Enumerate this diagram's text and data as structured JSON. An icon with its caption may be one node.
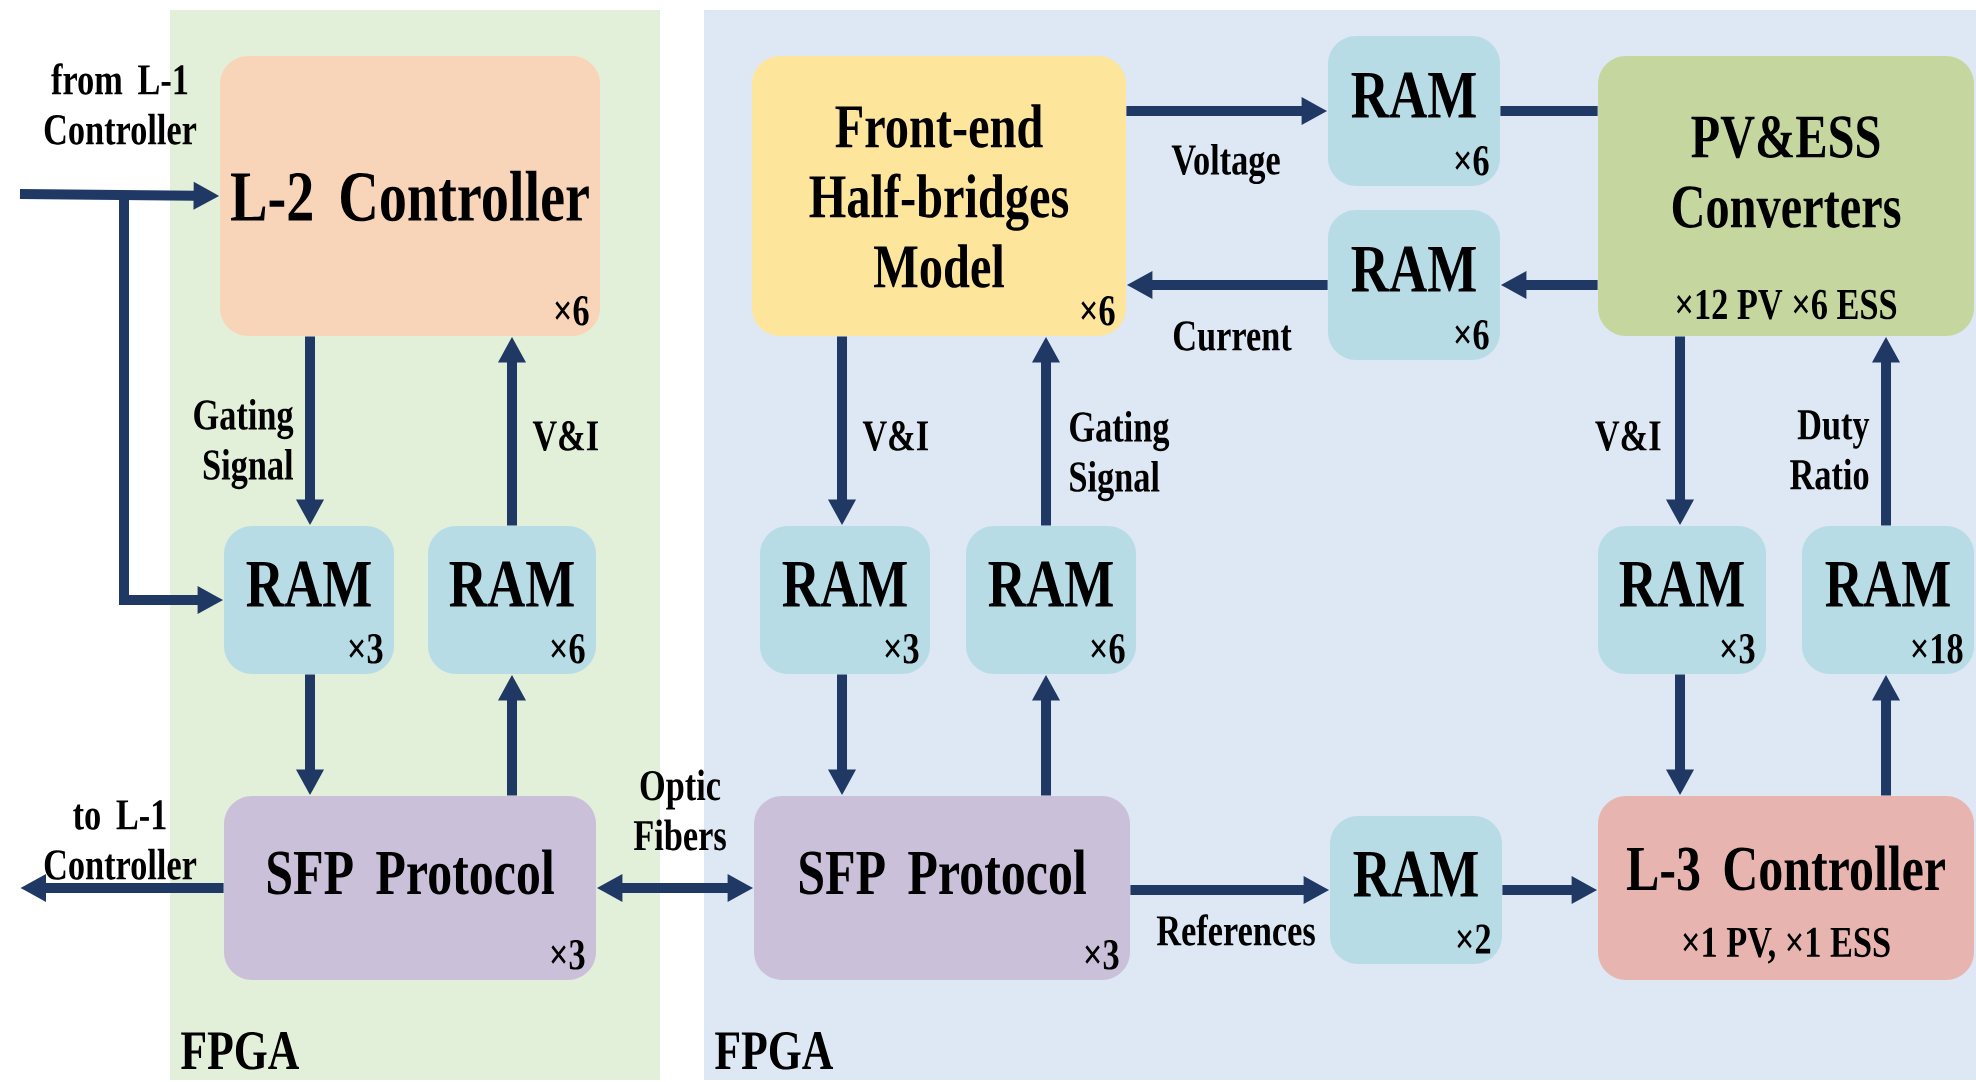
{
  "diagram": {
    "nodes": [
      {
        "text": [
          "FPGA"
        ]
      },
      {
        "text": [
          "FPGA"
        ]
      },
      {
        "text": [
          "L-2 Controller",
          "×6"
        ],
        "in": 0
      },
      {
        "text": [
          "RAM",
          "×3"
        ],
        "in": 0
      },
      {
        "text": [
          "RAM",
          "×6"
        ],
        "in": 0
      },
      {
        "text": [
          "SFP Protocol",
          "×3"
        ],
        "in": 0
      },
      {
        "text": [
          "Front-end Half-bridges Model",
          "×6"
        ],
        "in": 1
      },
      {
        "text": [
          "RAM",
          "×3"
        ],
        "in": 1
      },
      {
        "text": [
          "RAM",
          "×6"
        ],
        "in": 1
      },
      {
        "text": [
          "SFP Protocol",
          "×3"
        ],
        "in": 1
      },
      {
        "text": [
          "RAM",
          "×6"
        ],
        "in": 1
      },
      {
        "text": [
          "RAM",
          "×6"
        ],
        "in": 1
      },
      {
        "text": [
          "PV&ESS Converters",
          "×12 PV ×6 ESS"
        ],
        "in": 1
      },
      {
        "text": [
          "RAM",
          "×3"
        ],
        "in": 1
      },
      {
        "text": [
          "RAM",
          "×18"
        ],
        "in": 1
      },
      {
        "text": [
          "RAM",
          "×2"
        ],
        "in": 1
      },
      {
        "text": [
          "L-3 Controller",
          "×1 PV, ×1 ESS"
        ],
        "in": 1
      }
    ],
    "edges": [
      {
        "from": null,
        "to": 2,
        "arrow": "to",
        "label": "from L-1 Controller"
      },
      {
        "from": null,
        "to": 3,
        "arrow": "to"
      },
      {
        "from": 2,
        "to": 3,
        "arrow": "to",
        "label": "Gating Signal"
      },
      {
        "from": 4,
        "to": 2,
        "arrow": "to",
        "label": "V&I"
      },
      {
        "from": 3,
        "to": 5,
        "arrow": "to"
      },
      {
        "from": 5,
        "to": 4,
        "arrow": "to"
      },
      {
        "from": 5,
        "to": null,
        "arrow": "to",
        "label": "to L-1 Controller"
      },
      {
        "from": 5,
        "to": 9,
        "arrow": "both",
        "label": "Optic Fibers"
      },
      {
        "from": 6,
        "to": 7,
        "arrow": "to",
        "label": "V&I"
      },
      {
        "from": 7,
        "to": 9,
        "arrow": "to"
      },
      {
        "from": 9,
        "to": 8,
        "arrow": "to"
      },
      {
        "from": 8,
        "to": 6,
        "arrow": "to",
        "label": "Gating Signal"
      },
      {
        "from": 6,
        "to": 10,
        "arrow": "to",
        "label": "Voltage"
      },
      {
        "from": 10,
        "to": 12,
        "arrow": "none"
      },
      {
        "from": 12,
        "to": 11,
        "arrow": "to"
      },
      {
        "from": 11,
        "to": 6,
        "arrow": "to",
        "label": "Current"
      },
      {
        "from": 12,
        "to": 13,
        "arrow": "to",
        "label": "V&I"
      },
      {
        "from": 13,
        "to": 16,
        "arrow": "to"
      },
      {
        "from": 16,
        "to": 14,
        "arrow": "to"
      },
      {
        "from": 14,
        "to": 12,
        "arrow": "to",
        "label": "Duty Ratio"
      },
      {
        "from": 9,
        "to": 15,
        "arrow": "to",
        "label": "References"
      },
      {
        "from": 15,
        "to": 16,
        "arrow": "to"
      }
    ]
  }
}
